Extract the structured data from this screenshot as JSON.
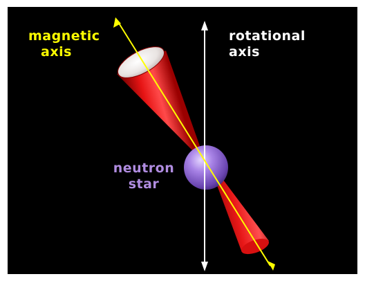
{
  "labels": {
    "magnetic_axis": [
      "magnetic",
      "axis"
    ],
    "rotational_axis": [
      "rotational",
      "axis"
    ],
    "neutron_star": [
      "neutron",
      "star"
    ]
  },
  "colors": {
    "background": "#000000",
    "magnetic_label": "#ffff00",
    "magnetic_axis_line": "#ffff00",
    "rotational_label": "#ffffff",
    "rotational_axis_line": "#ffffff",
    "neutron_star_label": "#b08ce0",
    "neutron_star_sphere": "#9a6fd6",
    "beam_cones": "#e01010"
  }
}
